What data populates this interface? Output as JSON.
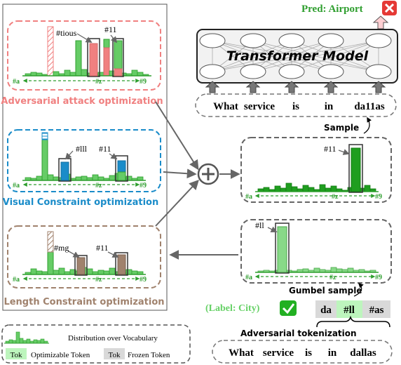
{
  "pred": {
    "text": "Pred: Airport",
    "color": "#2e9e2e",
    "mark_color": "#e53935"
  },
  "model": {
    "title": "Transformer Model"
  },
  "input_tokens": [
    "What",
    "service",
    "is",
    "in",
    "da11as"
  ],
  "sample_label": "Sample",
  "gumbel_label": "Gumbel sample",
  "label": {
    "text": "(Label: City)",
    "color": "#66d166"
  },
  "adv_tokenization": {
    "caption": "Adversarial tokenization",
    "tokens": [
      "da",
      "#ll",
      "#as"
    ]
  },
  "original_sentence": [
    "What",
    "service",
    "is",
    "in",
    "dallas"
  ],
  "panels": {
    "adversarial": {
      "title": "Adversarial attack optimization",
      "title_color": "#f08080",
      "tok_a": "#tious",
      "tok_b": "#11",
      "axis_left": "#a",
      "axis_mid": "#z",
      "axis_right": "#9"
    },
    "visual": {
      "title": "Visual Constraint optimization",
      "title_color": "#1a8cc9",
      "tok_a": "#lll",
      "tok_b": "#11",
      "axis_left": "#a",
      "axis_mid": "#z",
      "axis_right": "#9"
    },
    "length": {
      "title": "Length Constraint optimization",
      "title_color": "#a0826d",
      "tok_a": "#mg",
      "tok_b": "#11",
      "axis_left": "#a",
      "axis_mid": "#z",
      "axis_right": "#9"
    },
    "sampled": {
      "tok": "#11",
      "axis_left": "#a",
      "axis_mid": "#z",
      "axis_right": "#9"
    },
    "gumbel": {
      "tok": "#ll",
      "axis_left": "#a",
      "axis_mid": "#z",
      "axis_right": "#9"
    }
  },
  "legend": {
    "distribution": "Distribution over Vocabulary",
    "opt_tok": "Tok",
    "opt_label": "Optimizable Token",
    "frozen_tok": "Tok",
    "frozen_label": "Frozen Token"
  },
  "colors": {
    "green": "#66cc66",
    "green_dark": "#2e9e2e",
    "dark_green": "#1f9e1f",
    "blue": "#1a8cc9",
    "pink": "#f08080",
    "brown": "#a0826d",
    "gray": "#666666"
  }
}
